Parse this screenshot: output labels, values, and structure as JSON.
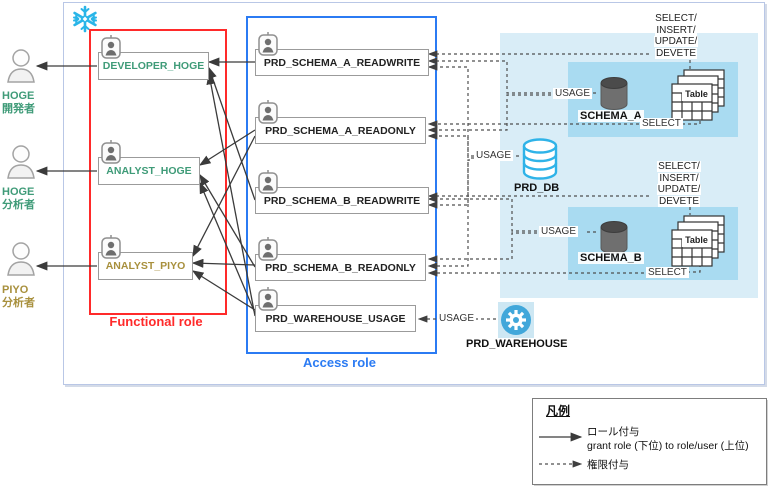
{
  "diagram": {
    "brand": {
      "snowflake_color": "#29b5e8"
    },
    "users": [
      {
        "line1": "HOGE",
        "line2": "開発者",
        "color": "#3f9b78"
      },
      {
        "line1": "HOGE",
        "line2": "分析者",
        "color": "#3f9b78"
      },
      {
        "line1": "PIYO",
        "line2": "分析者",
        "color": "#a8903d"
      }
    ],
    "functional": {
      "label": "Functional role",
      "color": "#ff2a2a",
      "roles": [
        {
          "name": "DEVELOPER_HOGE",
          "color": "#3f9b78"
        },
        {
          "name": "ANALYST_HOGE",
          "color": "#3f9b78"
        },
        {
          "name": "ANALYST_PIYO",
          "color": "#a8903d"
        }
      ]
    },
    "access": {
      "label": "Access role",
      "color": "#2b7bf3",
      "roles": [
        {
          "name": "PRD_SCHEMA_A_READWRITE"
        },
        {
          "name": "PRD_SCHEMA_A_READONLY"
        },
        {
          "name": "PRD_SCHEMA_B_READWRITE"
        },
        {
          "name": "PRD_SCHEMA_B_READONLY"
        },
        {
          "name": "PRD_WAREHOUSE_USAGE"
        }
      ]
    },
    "resources": {
      "db": {
        "name": "PRD_DB"
      },
      "schema_a": {
        "name": "SCHEMA_A",
        "table": "Table"
      },
      "schema_b": {
        "name": "SCHEMA_B",
        "table": "Table"
      },
      "warehouse": {
        "name": "PRD_WAREHOUSE"
      }
    },
    "privileges": {
      "usage_db": "USAGE",
      "usage_schema_a": "USAGE",
      "usage_schema_b": "USAGE",
      "usage_warehouse": "USAGE",
      "select_a": "SELECT",
      "select_b": "SELECT",
      "rw_a": [
        "SELECT/",
        "INSERT/",
        "UPDATE/",
        "DEVETE"
      ],
      "rw_b": [
        "SELECT/",
        "INSERT/",
        "UPDATE/",
        "DEVETE"
      ]
    },
    "legend": {
      "title": "凡例",
      "solid_line1": "ロール付与",
      "solid_line2": "grant role (下位) to role/user (上位)",
      "dashed_line1": "権限付与"
    }
  }
}
